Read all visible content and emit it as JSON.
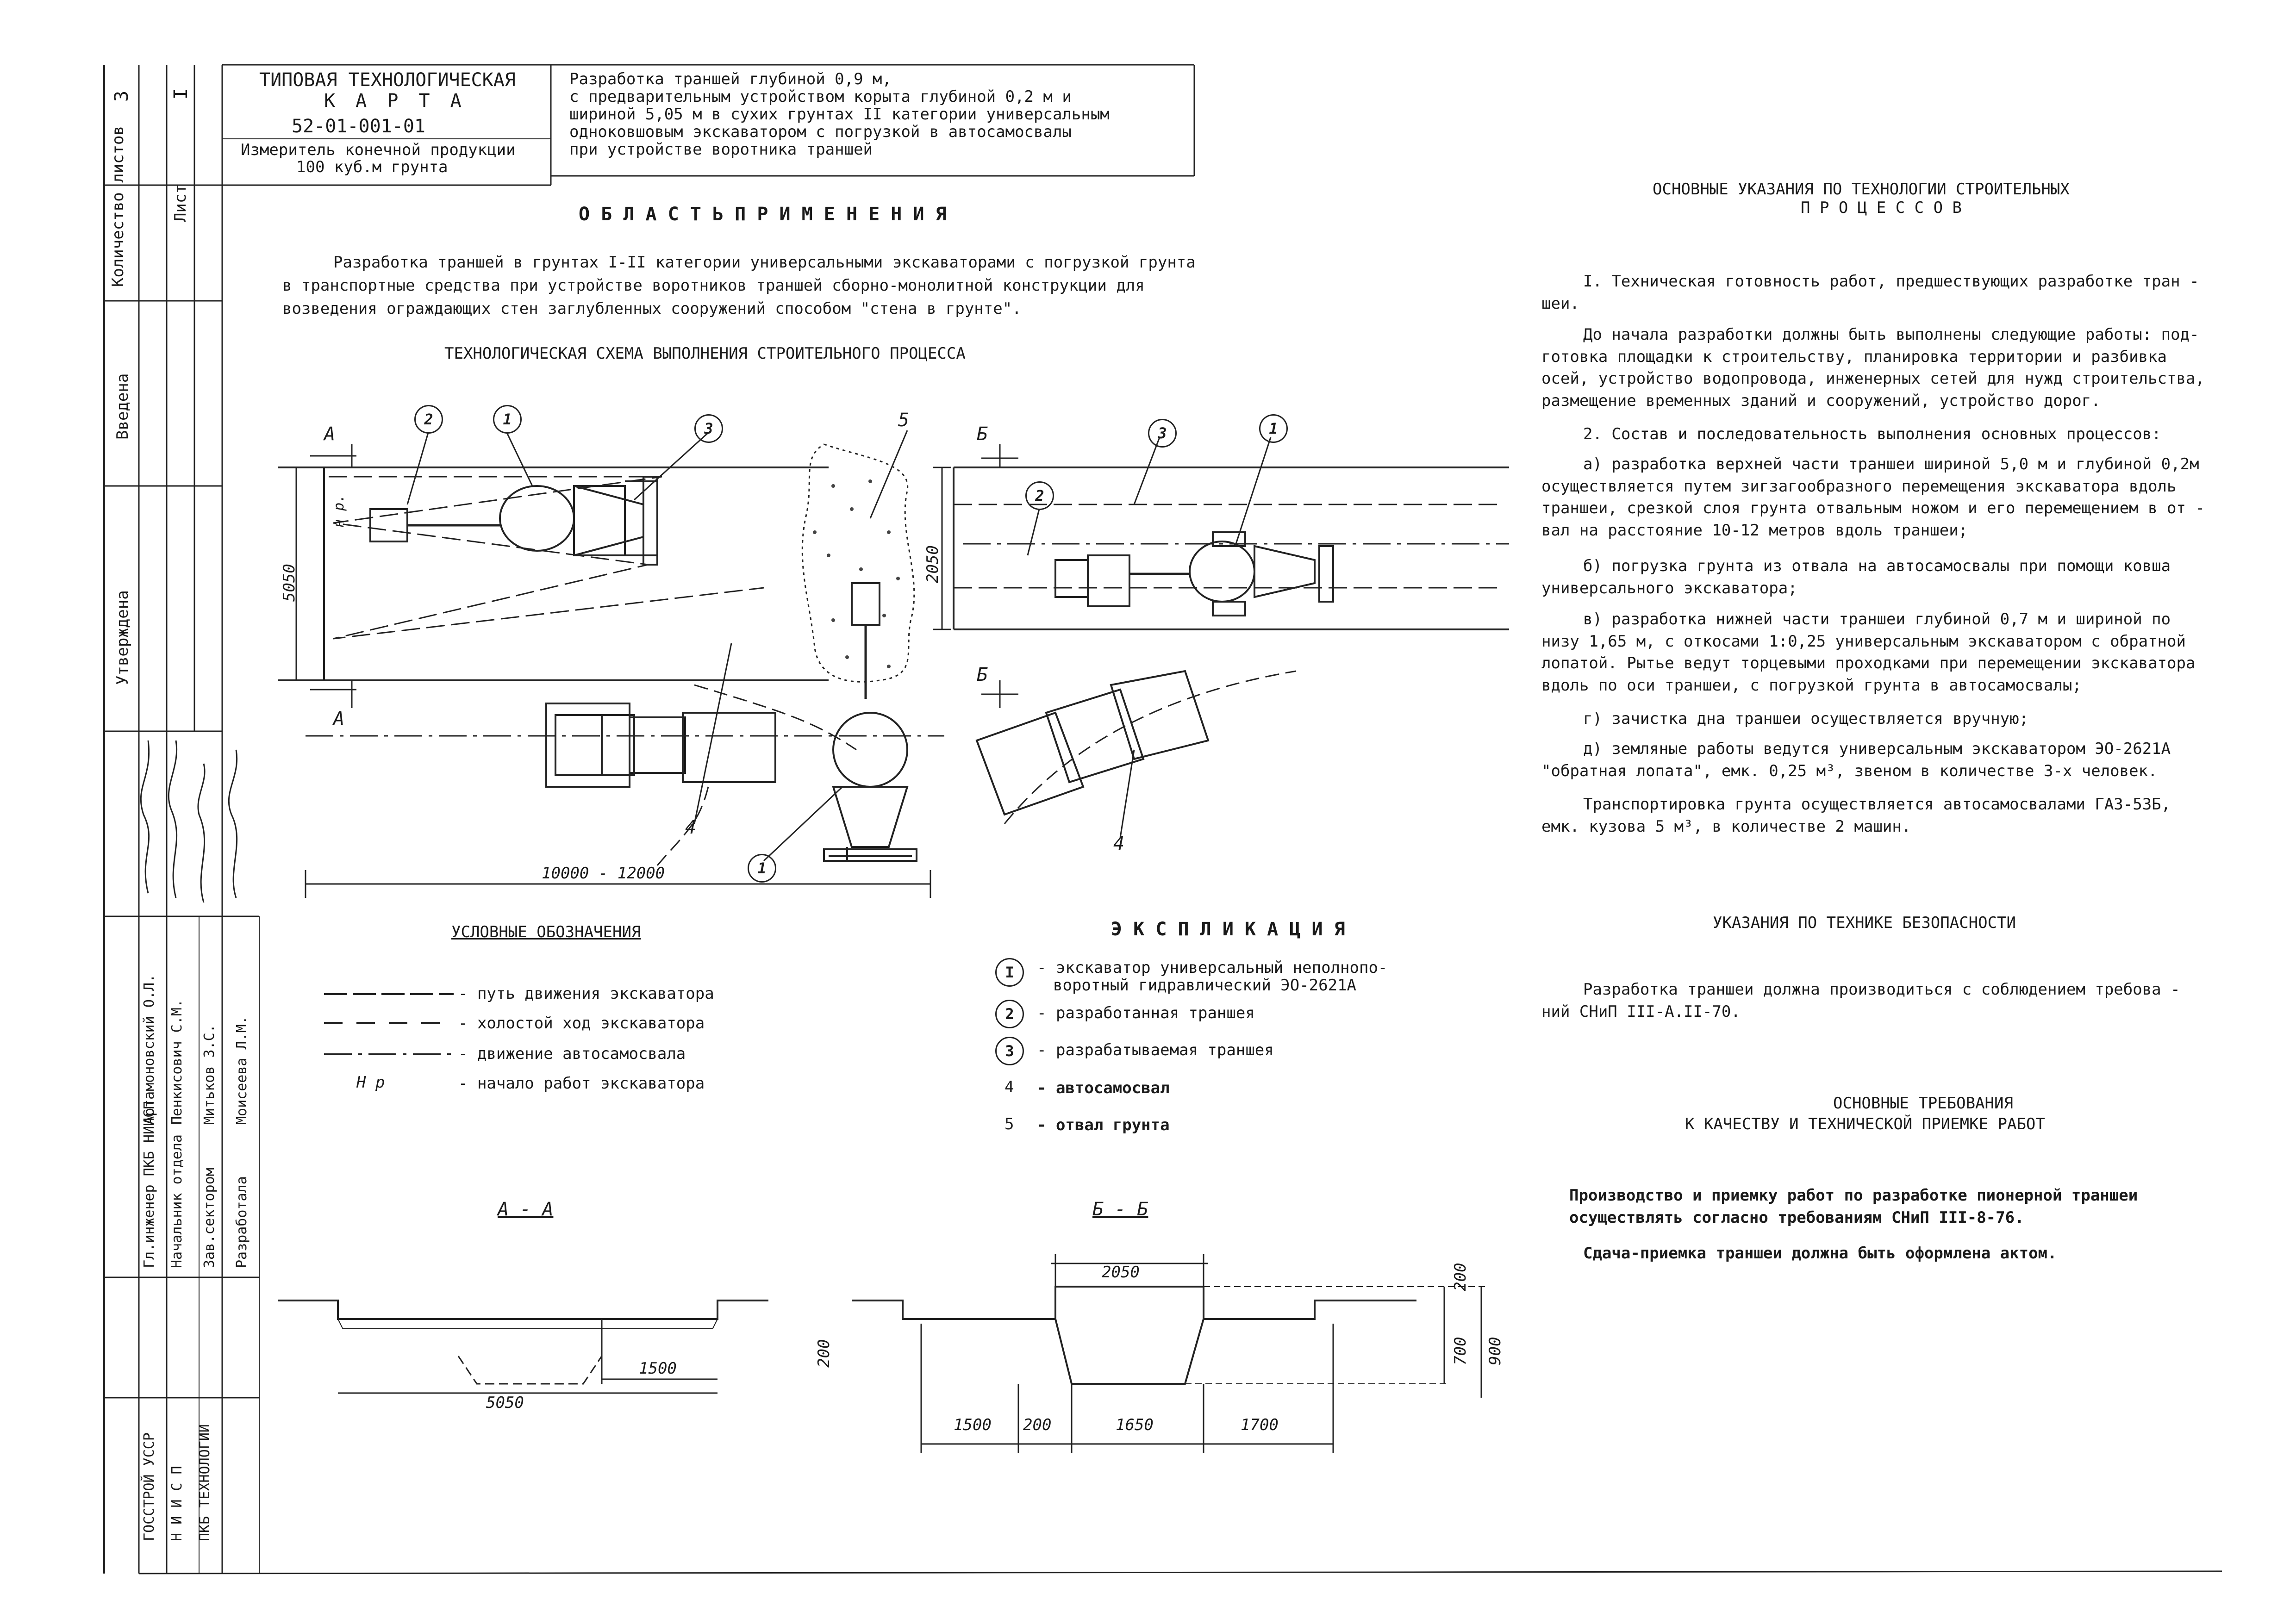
{
  "title_block": {
    "doc_type_line1": "ТИПОВАЯ ТЕХНОЛОГИЧЕСКАЯ",
    "doc_type_line2": "К А Р Т А",
    "doc_number": "52-01-001-01",
    "unit_line1": "Измеритель конечной продукции",
    "unit_line2": "100 куб.м грунта",
    "description": [
      "Разработка траншей глубиной 0,9 м,",
      "с предварительным устройством корыта глубиной 0,2 м и",
      "шириной 5,05 м в сухих грунтах II категории универсальным",
      "одноковшовым экскаватором с погрузкой в автосамосвалы",
      "при устройстве воротника траншей"
    ]
  },
  "side_stamp": {
    "sheets_count_label": "Количество листов",
    "sheets_count_value": "3",
    "sheet_label": "Лист",
    "sheet_value": "I",
    "introduced": "Введена",
    "approved": "Утверждена",
    "roles": [
      "Гл.инженер ПКБ НИИСП",
      "Начальник отдела",
      "Зав.сектором",
      "Разработала"
    ],
    "names": [
      "Артамоновский О.Л.",
      "Пенкисович С.М.",
      "Митьков З.С.",
      "Моисеева Л.М."
    ],
    "org": [
      "ГОССТРОЙ УССР",
      "Н И И С П",
      "ПКБ ТЕХНОЛОГИИ"
    ]
  },
  "application": {
    "heading": "О Б Л А С Т Ь   П Р И М Е Н Е Н И Я",
    "text": [
      "Разработка траншей в грунтах I-II категории универсальными экскаваторами с погрузкой грунта",
      "в транспортные средства при устройстве воротников траншей сборно-монолитной конструкции для",
      "возведения ограждающих стен заглубленных сооружений способом \"стена в грунте\"."
    ],
    "scheme_title": "ТЕХНОЛОГИЧЕСКАЯ СХЕМА ВЫПОЛНЕНИЯ СТРОИТЕЛЬНОГО ПРОЦЕССА"
  },
  "scheme_labels": {
    "section_a": "А",
    "section_b": "Б",
    "width_left": "5050",
    "width_right": "2050",
    "start_mark": "н р.",
    "length": "10000 - 12000",
    "marks": [
      "1",
      "2",
      "3",
      "4",
      "5"
    ]
  },
  "legend": {
    "heading": "УСЛОВНЫЕ ОБОЗНАЧЕНИЯ",
    "items": [
      "- путь движения экскаватора",
      "- холостой ход экскаватора",
      "- движение автосамосвала",
      "- начало работ экскаватора"
    ],
    "np_symbol": "Н р"
  },
  "explication": {
    "heading": "Э К С П Л И К А Ц И Я",
    "items": [
      {
        "num": "I",
        "text_line1": "- экскаватор универсальный неполнопо-",
        "text_line2": "воротный гидравлический ЭО-2621А"
      },
      {
        "num": "2",
        "text_line1": "- разработанная траншея",
        "text_line2": ""
      },
      {
        "num": "3",
        "text_line1": "- разрабатываемая траншея",
        "text_line2": ""
      },
      {
        "num": "4",
        "text_line1": "- автосамосвал",
        "text_line2": ""
      },
      {
        "num": "5",
        "text_line1": "- отвал грунта",
        "text_line2": ""
      }
    ]
  },
  "sections": {
    "aa_title": "А - А",
    "bb_title": "Б - Б",
    "aa_dims": [
      "200",
      "1500",
      "5050"
    ],
    "bb_dims": [
      "2050",
      "200",
      "700",
      "900",
      "1500",
      "200",
      "1650",
      "1700"
    ]
  },
  "right_column": {
    "h1_line1": "ОСНОВНЫЕ УКАЗАНИЯ ПО ТЕХНОЛОГИИ СТРОИТЕЛЬНЫХ",
    "h1_line2": "П Р О Ц Е С С О В",
    "p1": "I. Техническая готовность работ, предшествующих разработке тран - шеи.",
    "p2": "До начала разработки должны быть выполнены следующие работы: под- готовка площадки к строительству, планировка территории и разбивка осей, устройство водопровода, инженерных сетей для нужд строительства, размещение временных зданий и сооружений, устройство дорог.",
    "p3": "2. Состав и последовательность выполнения основных процессов:",
    "p4": "а) разработка верхней части траншеи шириной 5,0 м и глубиной 0,2м осуществляется путем зигзагообразного перемещения экскаватора вдоль траншеи, срезкой слоя грунта отвальным ножом и его перемещением в от - вал на расстояние 10-12 метров вдоль траншеи;",
    "p5": "б) погрузка грунта из отвала на автосамосвалы при помощи ковша универсального экскаватора;",
    "p6": "в) разработка нижней части траншеи глубиной 0,7 м и шириной по низу 1,65 м, с откосами 1:0,25 универсальным экскаватором с обратной лопатой. Рытье ведут торцевыми проходками при перемещении экскаватора вдоль по оси траншеи, с погрузкой грунта в автосамосвалы;",
    "p7": "г) зачистка дна траншеи осуществляется вручную;",
    "p8": "д) земляные работы ведутся универсальным экскаватором ЭО-2621А \"обратная лопата\", емк. 0,25 м³, звеном в количестве 3-х человек.",
    "p9": "Транспортировка грунта осуществляется автосамосвалами ГАЗ-53Б, емк. кузова 5 м³, в количестве 2 машин.",
    "h2": "УКАЗАНИЯ ПО ТЕХНИКЕ БЕЗОПАСНОСТИ",
    "p10": "Разработка траншеи должна производиться с соблюдением требова - ний СНиП III-А.II-70.",
    "h3_line1": "ОСНОВНЫЕ ТРЕБОВАНИЯ",
    "h3_line2": "К КАЧЕСТВУ И ТЕХНИЧЕСКОЙ ПРИЕМКЕ РАБОТ",
    "p11": "Производство и приемку работ по разработке пионерной траншеи осуществлять согласно требованиям СНиП III-8-76.",
    "p12": "Сдача-приемка траншеи должна быть оформлена актом."
  },
  "signatures": [
    "signature-1",
    "signature-2",
    "signature-3",
    "signature-4"
  ]
}
